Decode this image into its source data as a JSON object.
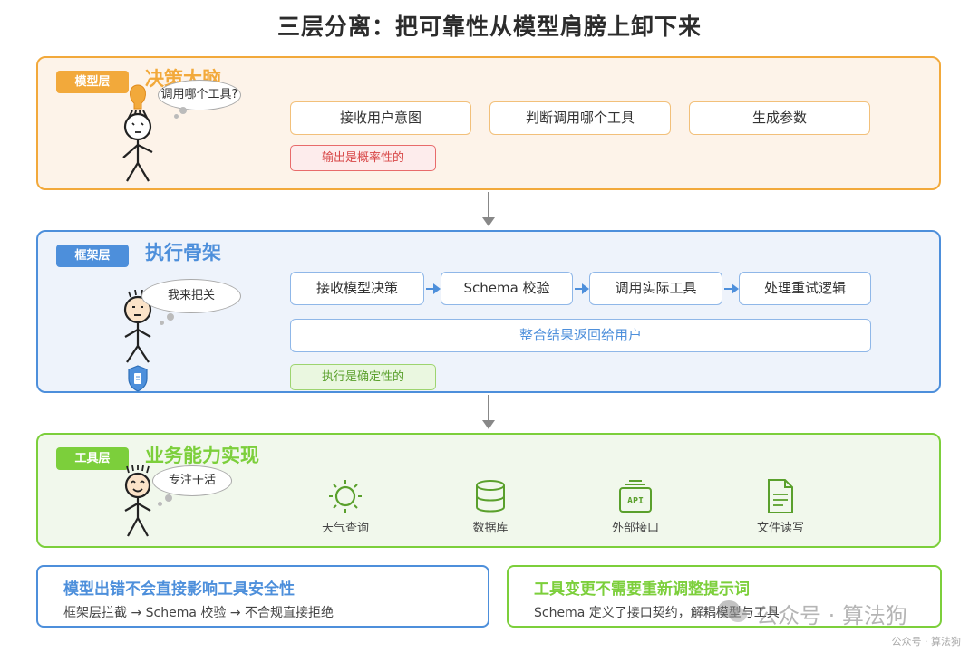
{
  "title": "三层分离：把可靠性从模型肩膀上卸下来",
  "colors": {
    "model": "#f2a93b",
    "framework": "#4d8fdb",
    "tool": "#7ccf3b"
  },
  "model_layer": {
    "badge": "模型层",
    "title": "决策大脑",
    "bubble": "调用哪个工具?",
    "steps": [
      "接收用户意图",
      "判断调用哪个工具",
      "生成参数"
    ],
    "note": "输出是概率性的"
  },
  "framework_layer": {
    "badge": "框架层",
    "title": "执行骨架",
    "bubble": "我来把关",
    "steps": [
      "接收模型决策",
      "Schema 校验",
      "调用实际工具",
      "处理重试逻辑"
    ],
    "merge": "整合结果返回给用户",
    "note": "执行是确定性的"
  },
  "tool_layer": {
    "badge": "工具层",
    "title": "业务能力实现",
    "bubble": "专注干活",
    "items": [
      {
        "icon": "sun-icon",
        "label": "天气查询"
      },
      {
        "icon": "database-icon",
        "label": "数据库"
      },
      {
        "icon": "api-icon",
        "label": "外部接口",
        "icon_text": "API"
      },
      {
        "icon": "document-icon",
        "label": "文件读写"
      }
    ]
  },
  "bottom": {
    "left": {
      "title": "模型出错不会直接影响工具安全性",
      "desc": "框架层拦截 → Schema 校验 → 不合规直接拒绝"
    },
    "right": {
      "title": "工具变更不需要重新调整提示词",
      "desc": "Schema 定义了接口契约，解耦模型与工具"
    }
  },
  "watermark": {
    "main": "公众号 · 算法狗",
    "small": "公众号 · 算法狗"
  }
}
